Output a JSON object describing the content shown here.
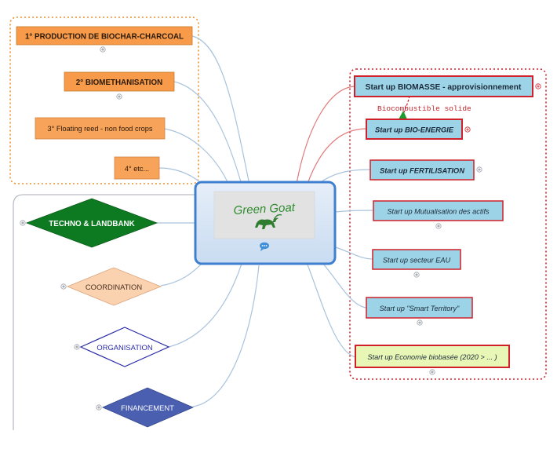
{
  "center": {
    "logo_text": "Green Goat",
    "icon": "goat-icon",
    "comment_icon": "speech-bubble-icon"
  },
  "left_top": [
    {
      "label": "1° PRODUCTION DE BIOCHAR-CHARCOAL"
    },
    {
      "label": "2° BIOMETHANISATION"
    },
    {
      "label": "3° Floating reed - non food crops"
    },
    {
      "label": "4° etc..."
    }
  ],
  "left_bottom": [
    {
      "label": "TECHNO & LANDBANK"
    },
    {
      "label": "COORDINATION"
    },
    {
      "label": "ORGANISATION"
    },
    {
      "label": "FINANCEMENT"
    }
  ],
  "right": [
    {
      "label": "Start up BIOMASSE - approvisionnement"
    },
    {
      "label": "Start up BIO-ENERGIE"
    },
    {
      "label": "Start up FERTILISATION"
    },
    {
      "label": "Start up Mutualisation des actifs"
    },
    {
      "label": "Start up secteur EAU"
    },
    {
      "label": "Start up \"Smart Territory\""
    },
    {
      "label": "Start up Economie biobasée (2020 > ... )"
    }
  ],
  "relation_label": "Biocombustible solide",
  "colors": {
    "orange": "#f79a4a",
    "green": "#0d7a22",
    "peach": "#fbd2b0",
    "navy": "#4a5fb0",
    "lightblue": "#9dd3e6",
    "lightgreen": "#e9f7b6",
    "red_border": "#d0202a",
    "center_border": "#3f7fd0"
  }
}
